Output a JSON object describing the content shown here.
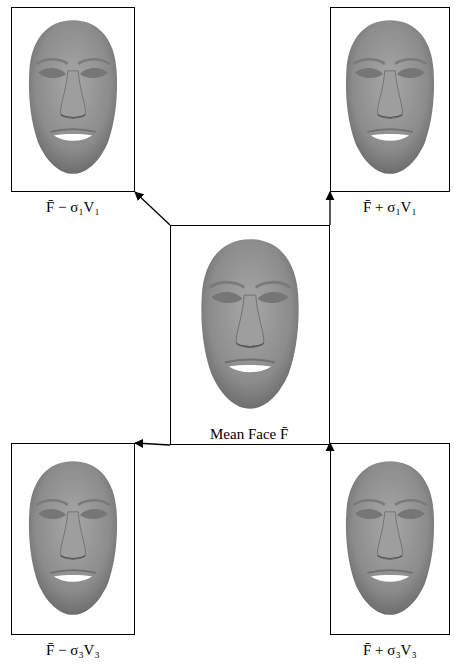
{
  "diagram": {
    "nodes": [
      {
        "text": [
          "F̄ − σ₁V₁"
        ]
      },
      {
        "text": [
          "F̄ + σ₁V₁"
        ]
      },
      {
        "text": [
          "Mean Face F̄"
        ]
      },
      {
        "text": [
          "F̄ − σ₃V₃"
        ]
      },
      {
        "text": [
          "F̄ + σ₃V₃"
        ]
      }
    ],
    "edges": [
      {
        "from": 2,
        "to": 0,
        "arrow": "to"
      },
      {
        "from": 2,
        "to": 1,
        "arrow": "to"
      },
      {
        "from": 2,
        "to": 3,
        "arrow": "to"
      },
      {
        "from": 2,
        "to": 4,
        "arrow": "to"
      }
    ]
  }
}
